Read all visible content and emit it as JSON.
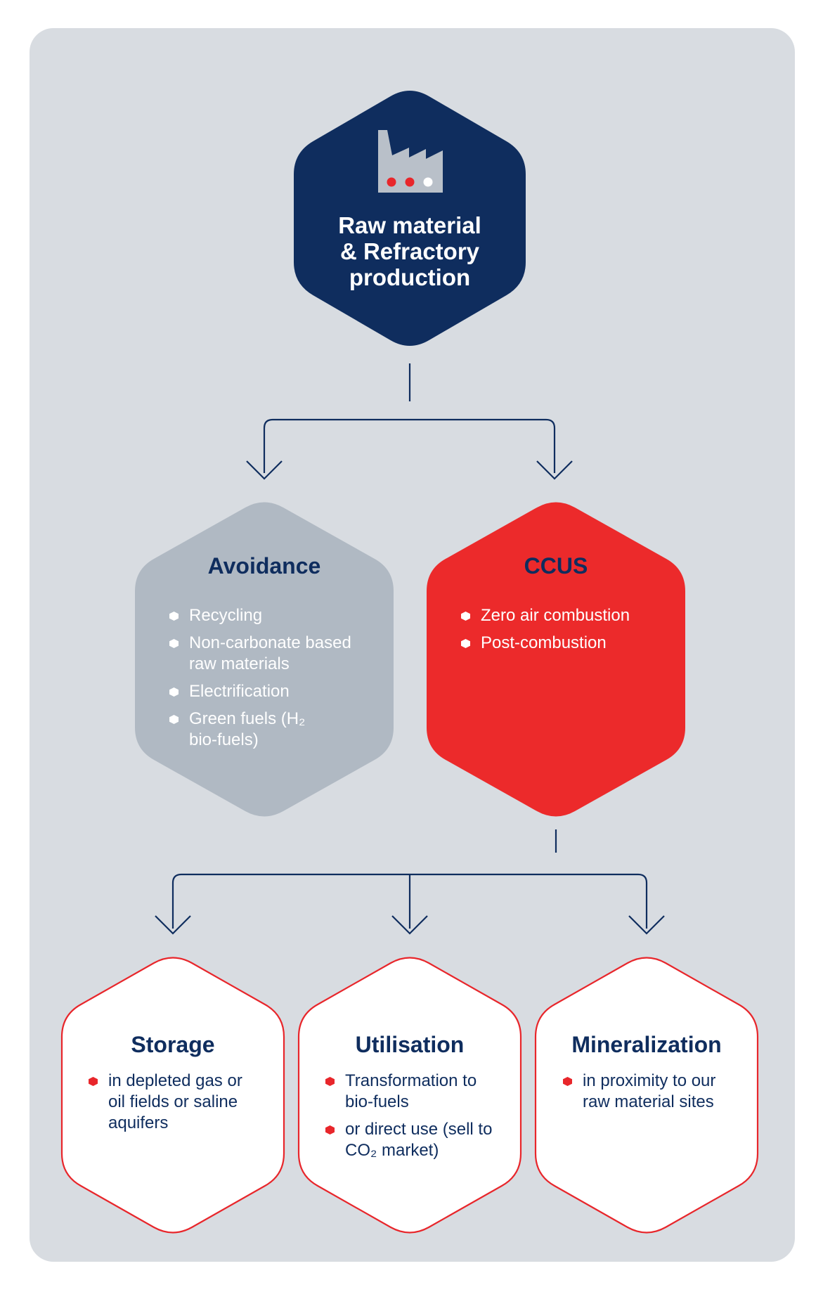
{
  "colors": {
    "navy": "#0f2d5e",
    "red": "#ec2a2b",
    "grey_hex": "#b0b9c3",
    "panel": "#d8dce1",
    "white": "#ffffff"
  },
  "top": {
    "icon": "factory-icon",
    "title_lines": [
      "Raw material",
      "& Refractory",
      "production"
    ]
  },
  "avoidance": {
    "title": "Avoidance",
    "items": [
      "Recycling",
      "Non-carbonate based raw materials",
      "Electrification",
      "Green fuels (H₂ bio-fuels)"
    ]
  },
  "ccus": {
    "title": "CCUS",
    "items": [
      "Zero air combustion",
      "Post-combustion"
    ]
  },
  "storage": {
    "title": "Storage",
    "items": [
      "in depleted gas or oil fields or saline aquifers"
    ]
  },
  "utilisation": {
    "title": "Utilisation",
    "items": [
      "Transformation to bio-fuels",
      "or direct use (sell to CO₂ market)"
    ]
  },
  "mineralization": {
    "title": "Mineralization",
    "items": [
      "in proximity to our raw material sites"
    ]
  }
}
